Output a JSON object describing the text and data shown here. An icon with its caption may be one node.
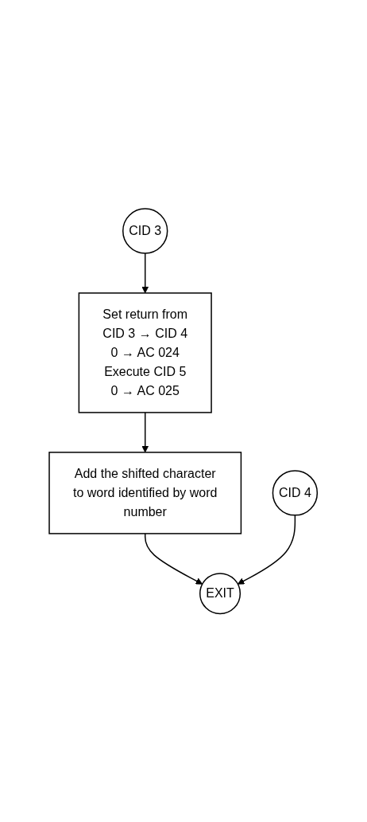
{
  "diagram": {
    "nodes": [
      {
        "text": [
          "CID 3"
        ]
      },
      {
        "text": [
          "Set return from CID 3 → CID 4",
          "0 → AC 024",
          "Execute CID 5",
          "0 → AC 025"
        ]
      },
      {
        "text": [
          "Add the shifted character to word identified by word number"
        ]
      },
      {
        "text": [
          "CID 4"
        ]
      },
      {
        "text": [
          "EXIT"
        ]
      }
    ],
    "edges": [
      {
        "from": 0,
        "to": 1,
        "arrow": "to"
      },
      {
        "from": 1,
        "to": 2,
        "arrow": "to"
      },
      {
        "from": 2,
        "to": 4,
        "arrow": "to"
      },
      {
        "from": 3,
        "to": 4,
        "arrow": "to"
      }
    ]
  }
}
